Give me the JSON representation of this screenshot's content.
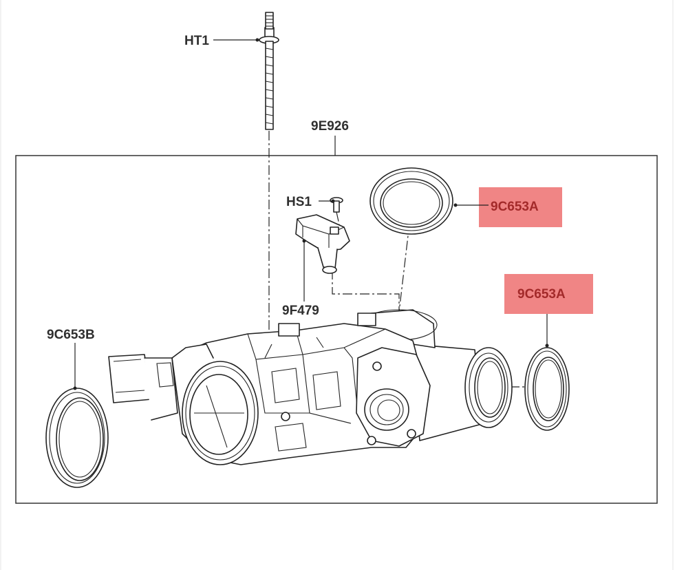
{
  "callouts": {
    "ht1": "HT1",
    "e926": "9E926",
    "hs1": "HS1",
    "f479": "9F479",
    "c653a_top": "9C653A",
    "c653a_right": "9C653A",
    "c653b": "9C653B"
  },
  "colors": {
    "highlight_fill": "#f08585",
    "highlight_text": "#a32a2a",
    "line": "#222222"
  }
}
